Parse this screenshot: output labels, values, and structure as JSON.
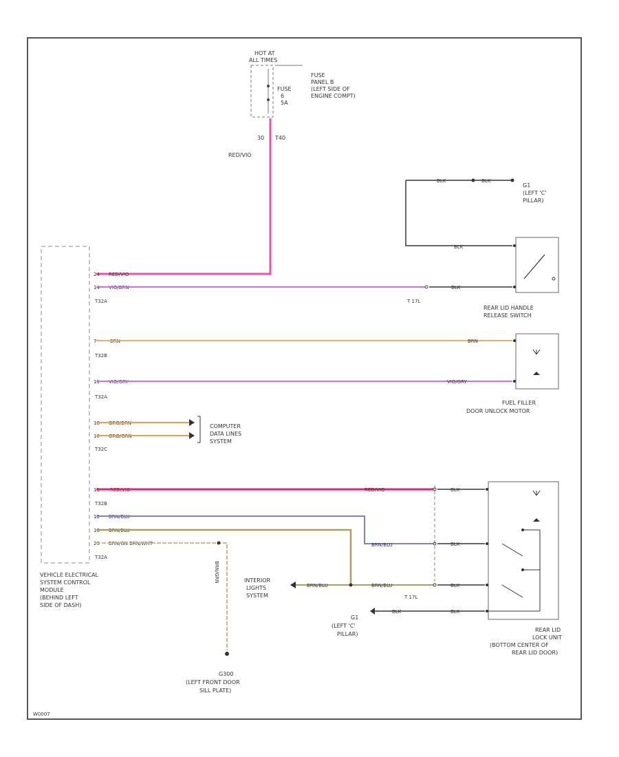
{
  "colors": {
    "frame": "#555555",
    "black_wire": "#333333",
    "red_wire": "#f050a8",
    "violet_wire": "#d070d8",
    "brown_wire": "#e0b070",
    "orange_wire": "#e8a050",
    "red_wire2": "#f02070",
    "blue_wire": "#8080d0",
    "olive_wire": "#a8a060"
  },
  "fuse": {
    "hot_label": "HOT AT",
    "hot_label_2": "ALL TIMES",
    "name": "FUSE",
    "number": "6",
    "rating": "5A",
    "panel_line1": "FUSE",
    "panel_line2": "PANEL B",
    "panel_line3": "(LEFT SIDE OF",
    "panel_line4": "ENGINE COMPT)",
    "pin": "30",
    "connector": "T40"
  },
  "module": {
    "line1": "VEHICLE ELECTRICAL",
    "line2": "SYSTEM CONTROL",
    "line3": "MODULE",
    "line4": "(BEHIND LEFT",
    "line5": "SIDE OF DASH)",
    "connectors": [
      "T32A",
      "T32B",
      "T32A",
      "T32C",
      "T32B",
      "T32A"
    ]
  },
  "wires": {
    "main_red": "RED/VIO",
    "pin_red": "RED/VIO",
    "pin_vio": "VIO/BRN",
    "pin_brn": "BRN",
    "brn_right": "BRN",
    "pin_viogry": "VIO/GRY",
    "viogry_right": "VIO/GRY",
    "pin_org1": "ORG/BRN",
    "pin_org2": "ORG/GRN",
    "pin_red2": "RED/VIO",
    "red2_right": "RED/VIO",
    "pin_blu": "BRN/BLU",
    "blu_right": "BRN/BLU",
    "pin_olive": "BRN/BLU",
    "olive_left": "BRN/BLU",
    "olive_right": "BRN/BLU",
    "pin_bottom": "BRN/GN BRN/WHT",
    "vertical": "BRN/GRN",
    "blk": "BLK",
    "blk2": "BLK"
  },
  "pins": {
    "p1": "24",
    "p2": "14",
    "p3": "7",
    "p4": "11",
    "p5": "18",
    "p6": "16",
    "p7": "11",
    "p8": "12",
    "p9": "16",
    "p10": "23"
  },
  "t17l": "T 17L",
  "t17l_2": "T 17L",
  "ground_1": {
    "id": "G1",
    "desc": "(LEFT 'C'",
    "desc2": "PILLAR)"
  },
  "ground_2": {
    "id": "G1",
    "desc": "(LEFT 'C'",
    "desc2": "PILLAR)"
  },
  "ground_3": {
    "id": "G300",
    "desc": "(LEFT FRONT DOOR",
    "desc2": "SILL PLATE)"
  },
  "rear_lid_switch": {
    "line1": "REAR LID HANDLE",
    "line2": "RELEASE SWITCH"
  },
  "fuel_motor": {
    "line1": "FUEL FILLER",
    "line2": "DOOR UNLOCK MOTOR"
  },
  "computer": {
    "line1": "COMPUTER",
    "line2": "DATA LINES",
    "line3": "SYSTEM"
  },
  "interior": {
    "line1": "INTERIOR",
    "line2": "LIGHTS",
    "line3": "SYSTEM"
  },
  "rear_lock": {
    "line1": "REAR LID",
    "line2": "LOCK UNIT",
    "line3": "(BOTTOM CENTER OF",
    "line4": "REAR LID DOOR)"
  },
  "footer_id": "W0007"
}
